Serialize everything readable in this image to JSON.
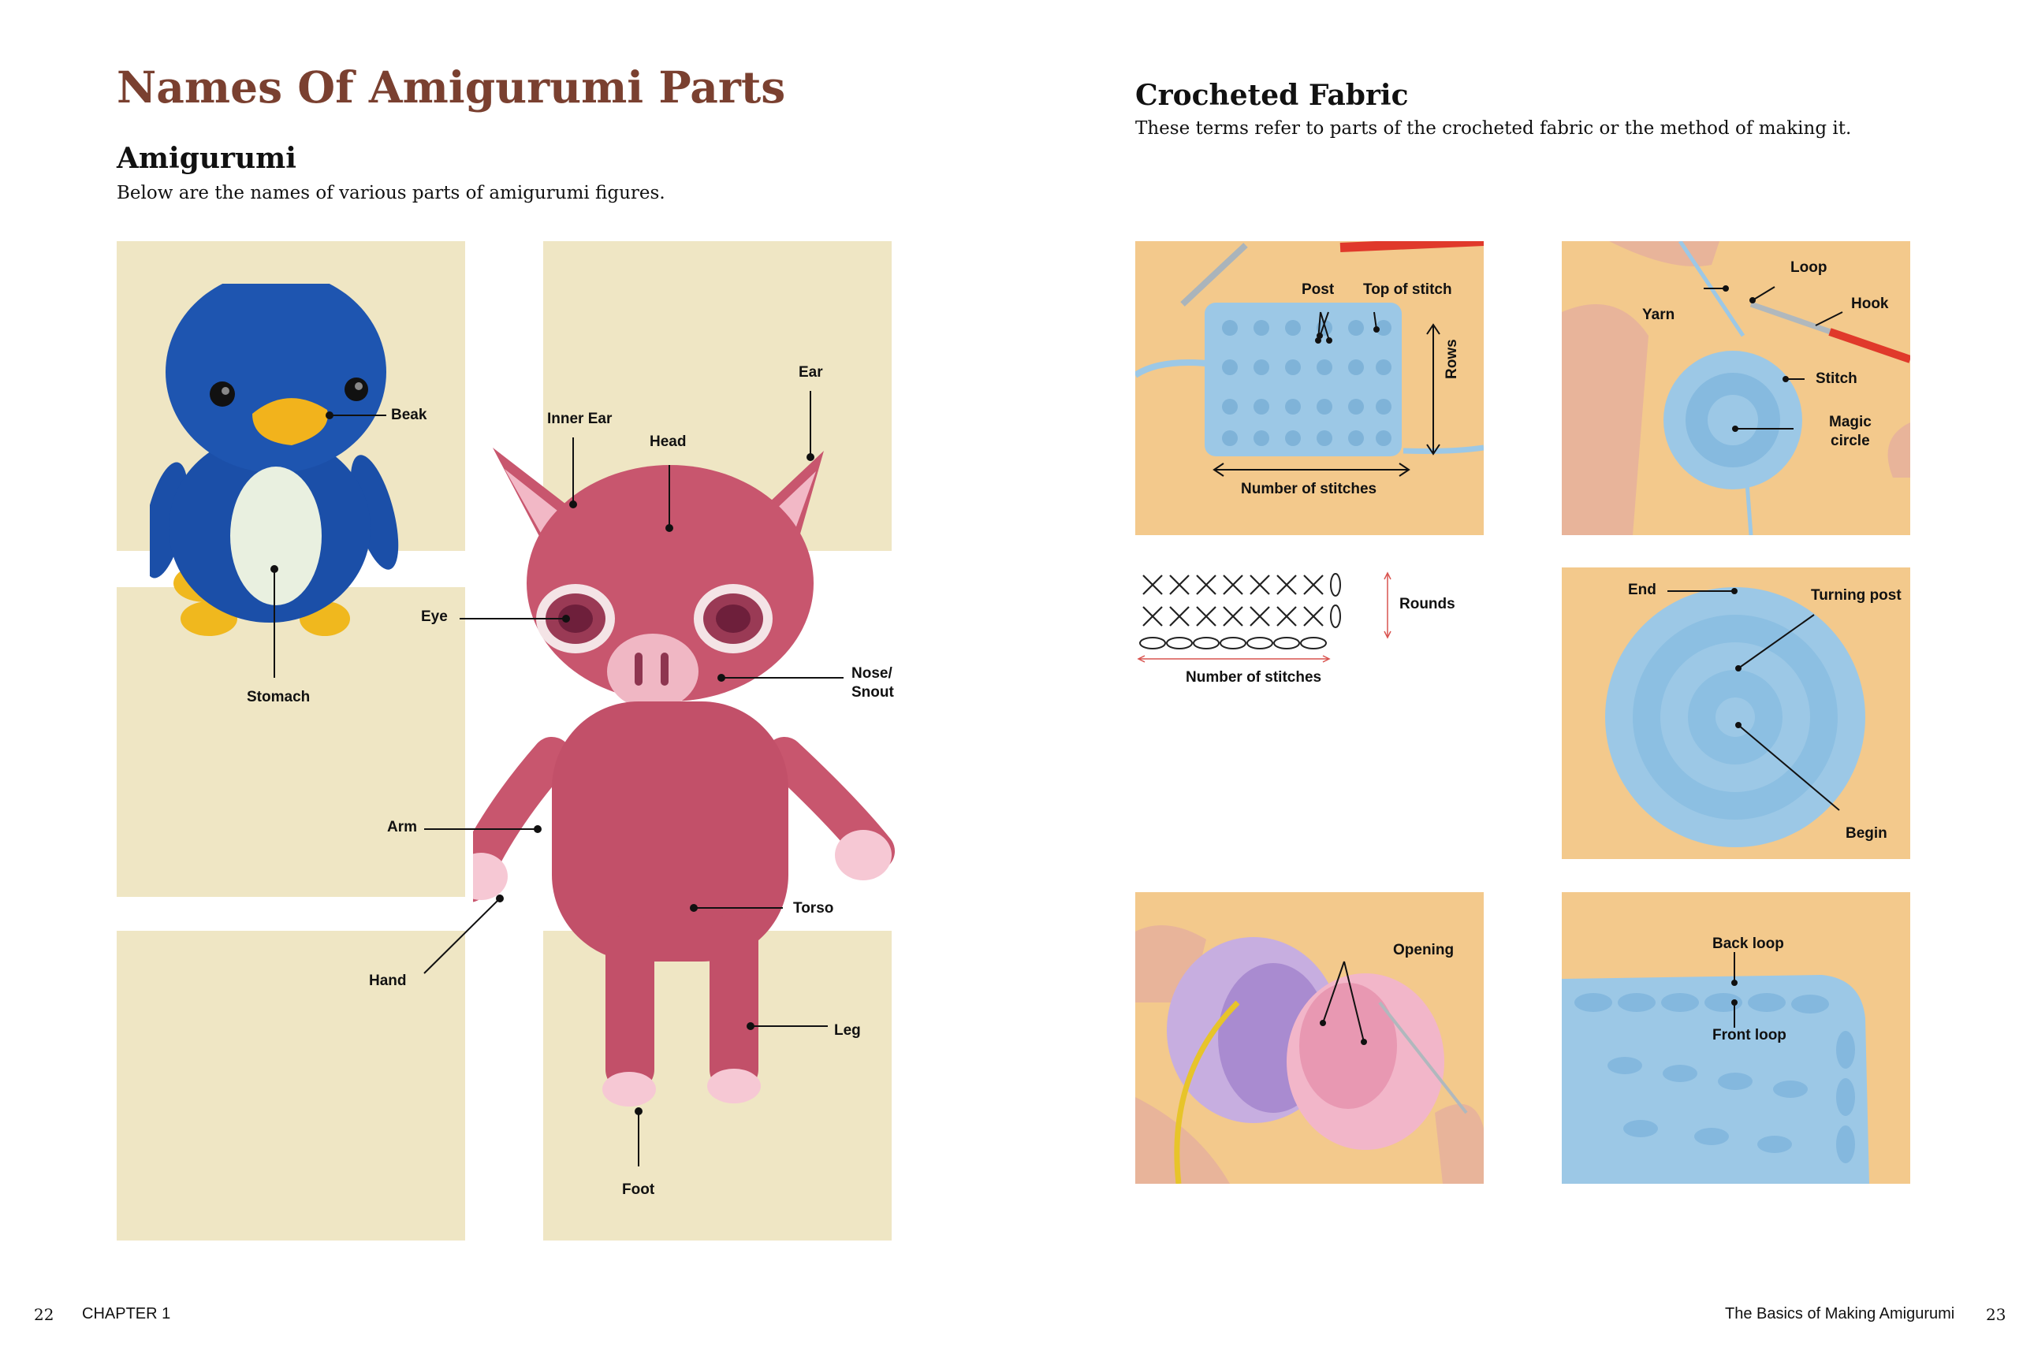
{
  "left_page": {
    "title": "Names Of Amigurumi Parts",
    "section_title": "Amigurumi",
    "section_desc": "Below are the names of various parts of amigurumi figures.",
    "labels": {
      "beak": "Beak",
      "stomach": "Stomach",
      "inner_ear": "Inner Ear",
      "head": "Head",
      "ear": "Ear",
      "eye": "Eye",
      "nose_line1": "Nose/",
      "nose_line2": "Snout",
      "arm": "Arm",
      "torso": "Torso",
      "hand": "Hand",
      "leg": "Leg",
      "foot": "Foot"
    },
    "page_number": "22",
    "chapter": "CHAPTER 1"
  },
  "right_page": {
    "section_title": "Crocheted Fabric",
    "section_desc": "These terms refer to parts of the crocheted fabric or the method of making it.",
    "photo1": {
      "post": "Post",
      "top_of_stitch": "Top of stitch",
      "rows": "Rows",
      "number_of_stitches": "Number of stitches"
    },
    "photo2": {
      "loop": "Loop",
      "hook": "Hook",
      "yarn": "Yarn",
      "stitch": "Stitch",
      "magic_line1": "Magic",
      "magic_line2": "circle"
    },
    "diagram": {
      "rounds": "Rounds",
      "number_of_stitches": "Number of stitches"
    },
    "photo3": {
      "end": "End",
      "turning_post": "Turning post",
      "begin": "Begin"
    },
    "photo4": {
      "opening": "Opening"
    },
    "photo5": {
      "back_loop": "Back loop",
      "front_loop": "Front loop"
    },
    "running_head": "The Basics of Making Amigurumi",
    "page_number": "23"
  },
  "colors": {
    "title_brown": "#7a4030",
    "panel_beige": "#efe6c4",
    "photo_bg": "#f3c98c",
    "yarn_blue": "#9cc8e6",
    "penguin_blue": "#1b4fa8",
    "pig_pink": "#c8566e",
    "ear_light": "#f2b8c6"
  }
}
